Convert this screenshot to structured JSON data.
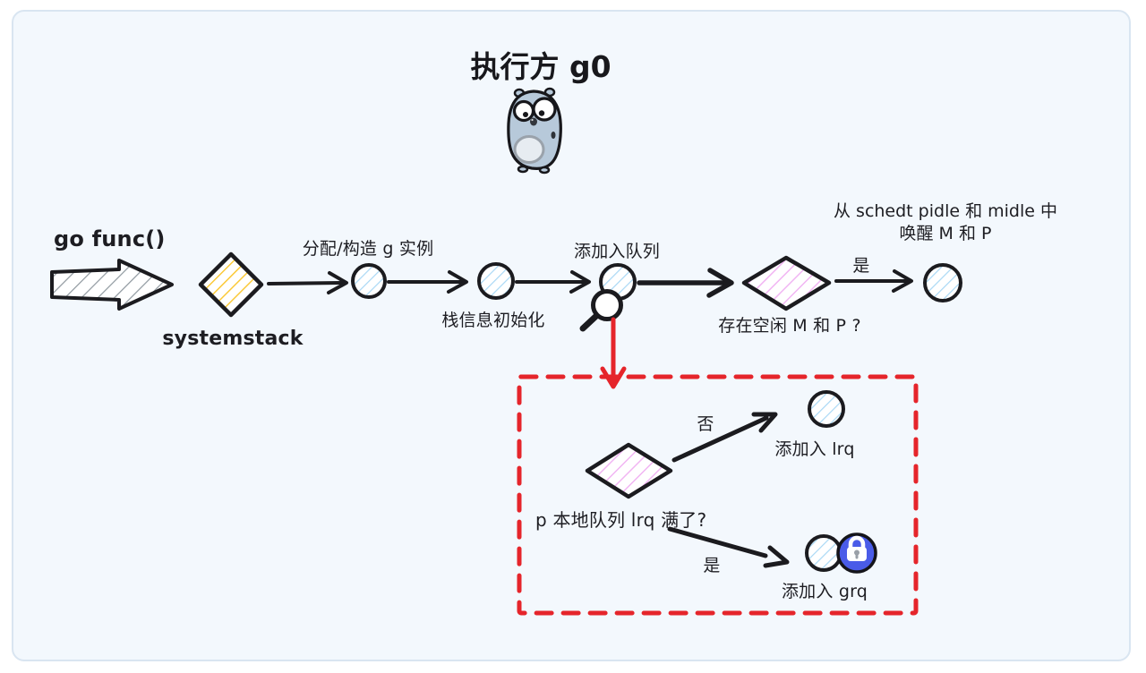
{
  "page": {
    "title": "执行方 g0"
  },
  "flow": {
    "start": "go func()",
    "systemstack": "systemstack",
    "alloc": "分配/构造 g 实例",
    "stack_init": "栈信息初始化",
    "enqueue": "添加入队列",
    "idle_question": "存在空闲 M 和 P ?",
    "yes": "是",
    "wake_line1": "从 schedt pidle 和 midle 中",
    "wake_line2": "唤醒 M 和 P"
  },
  "detail": {
    "question": "p 本地队列 lrq 满了?",
    "no": "否",
    "add_lrq": "添加入 lrq",
    "yes": "是",
    "add_grq": "添加入 grq"
  },
  "icons": {
    "mascot": "go-gopher",
    "magnifier": "magnifying-glass",
    "lock": "padlock"
  },
  "colors": {
    "red": "#e5252b",
    "lock_blue": "#4a5ce8",
    "hatch_yellow": "#fbc62c",
    "hatch_pink": "#f1b5f3",
    "hatch_blue": "#a9d8f5",
    "ink": "#1b1b1f",
    "card_bg": "#f3f8fd",
    "card_border": "#d9e5f1"
  }
}
